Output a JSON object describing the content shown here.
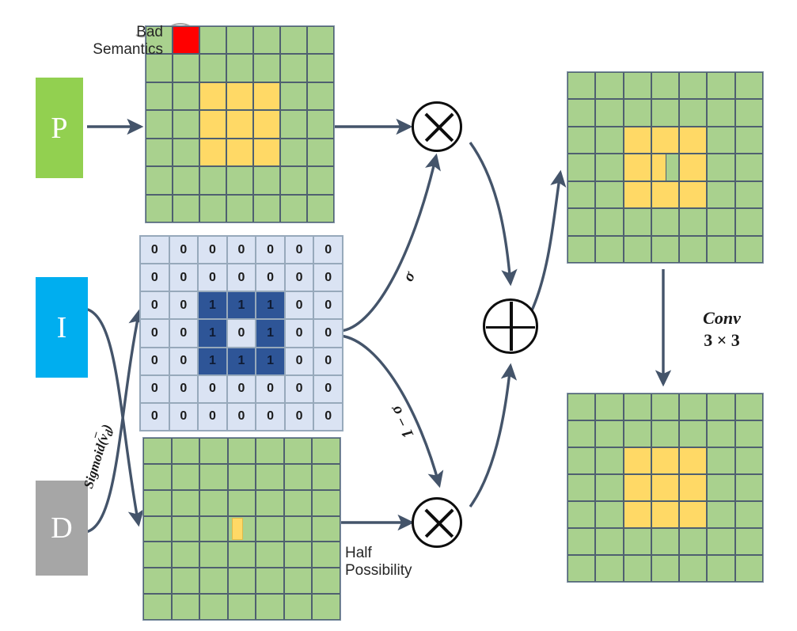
{
  "diagram": {
    "title": "Sigmoid-gated semantic fusion diagram",
    "colors": {
      "green_box": "#92d050",
      "blue_box": "#00aeef",
      "grey_box": "#a6a6a6",
      "grid_green": "#a9d18e",
      "grid_yellow": "#ffd966",
      "grid_red": "#ff0000",
      "grid_light_blue": "#dae3f3",
      "grid_dark_blue": "#2e5597",
      "arrow": "#44546a",
      "grid_line": "#4f6070",
      "callout_circle": "#a6a6a6"
    }
  },
  "sources": [
    {
      "id": "P",
      "label": "P",
      "color": "#92d050"
    },
    {
      "id": "I",
      "label": "I",
      "color": "#00aeef"
    },
    {
      "id": "D",
      "label": "D",
      "color": "#a6a6a6"
    }
  ],
  "annotations": {
    "bad_semantics": "Bad\nSemantics",
    "half_possibility": "Half\nPossibility",
    "sigmoid": "Sigmoid(v̄d)",
    "sigmoid_plain": "Sigmoid(",
    "sigmoid_var": "v",
    "sigmoid_sub": "d",
    "sigma": "σ",
    "one_minus_sigma": "1 − σ",
    "conv_line1": "Conv",
    "conv_line2": "3 × 3"
  },
  "operators": [
    {
      "id": "mul-top",
      "symbol": "⊗",
      "name": "element-wise-multiply"
    },
    {
      "id": "mul-bottom",
      "symbol": "⊗",
      "name": "element-wise-multiply"
    },
    {
      "id": "add",
      "symbol": "⊕",
      "name": "element-wise-add"
    }
  ],
  "grids": {
    "p_grid": {
      "name": "P semantic grid",
      "rows": 7,
      "cols": 7,
      "cells": [
        [
          "green",
          "red",
          "green",
          "green",
          "green",
          "green",
          "green"
        ],
        [
          "green",
          "green",
          "green",
          "green",
          "green",
          "green",
          "green"
        ],
        [
          "green",
          "green",
          "yellow",
          "yellow",
          "yellow",
          "green",
          "green"
        ],
        [
          "green",
          "green",
          "yellow",
          "yellow",
          "yellow",
          "green",
          "green"
        ],
        [
          "green",
          "green",
          "yellow",
          "yellow",
          "yellow",
          "green",
          "green"
        ],
        [
          "green",
          "green",
          "green",
          "green",
          "green",
          "green",
          "green"
        ],
        [
          "green",
          "green",
          "green",
          "green",
          "green",
          "green",
          "green"
        ]
      ]
    },
    "i_grid": {
      "name": "I binary indicator grid",
      "rows": 7,
      "cols": 7,
      "values": [
        [
          0,
          0,
          0,
          0,
          0,
          0,
          0
        ],
        [
          0,
          0,
          0,
          0,
          0,
          0,
          0
        ],
        [
          0,
          0,
          1,
          1,
          1,
          0,
          0
        ],
        [
          0,
          0,
          1,
          0,
          1,
          0,
          0
        ],
        [
          0,
          0,
          1,
          1,
          1,
          0,
          0
        ],
        [
          0,
          0,
          0,
          0,
          0,
          0,
          0
        ],
        [
          0,
          0,
          0,
          0,
          0,
          0,
          0
        ]
      ],
      "cells": [
        [
          "light",
          "light",
          "light",
          "light",
          "light",
          "light",
          "light"
        ],
        [
          "light",
          "light",
          "light",
          "light",
          "light",
          "light",
          "light"
        ],
        [
          "light",
          "light",
          "dark",
          "dark",
          "dark",
          "light",
          "light"
        ],
        [
          "light",
          "light",
          "dark",
          "light",
          "dark",
          "light",
          "light"
        ],
        [
          "light",
          "light",
          "dark",
          "dark",
          "dark",
          "light",
          "light"
        ],
        [
          "light",
          "light",
          "light",
          "light",
          "light",
          "light",
          "light"
        ],
        [
          "light",
          "light",
          "light",
          "light",
          "light",
          "light",
          "light"
        ]
      ]
    },
    "d_grid": {
      "name": "D depth grid",
      "rows": 7,
      "cols": 7,
      "cells": [
        [
          "green",
          "green",
          "green",
          "green",
          "green",
          "green",
          "green"
        ],
        [
          "green",
          "green",
          "green",
          "green",
          "green",
          "green",
          "green"
        ],
        [
          "green",
          "green",
          "green",
          "green",
          "green",
          "green",
          "green"
        ],
        [
          "green",
          "green",
          "green",
          "sliver",
          "green",
          "green",
          "green"
        ],
        [
          "green",
          "green",
          "green",
          "green",
          "green",
          "green",
          "green"
        ],
        [
          "green",
          "green",
          "green",
          "green",
          "green",
          "green",
          "green"
        ],
        [
          "green",
          "green",
          "green",
          "green",
          "green",
          "green",
          "green"
        ]
      ]
    },
    "fused_grid": {
      "name": "Fused output grid",
      "rows": 7,
      "cols": 7,
      "cells": [
        [
          "green",
          "green",
          "green",
          "green",
          "green",
          "green",
          "green"
        ],
        [
          "green",
          "green",
          "green",
          "green",
          "green",
          "green",
          "green"
        ],
        [
          "green",
          "green",
          "yellow",
          "yellow",
          "yellow",
          "green",
          "green"
        ],
        [
          "green",
          "green",
          "yellow",
          "split",
          "yellow",
          "green",
          "green"
        ],
        [
          "green",
          "green",
          "yellow",
          "yellow",
          "yellow",
          "green",
          "green"
        ],
        [
          "green",
          "green",
          "green",
          "green",
          "green",
          "green",
          "green"
        ],
        [
          "green",
          "green",
          "green",
          "green",
          "green",
          "green",
          "green"
        ]
      ]
    },
    "conv_grid": {
      "name": "Convolved output grid",
      "rows": 7,
      "cols": 7,
      "cells": [
        [
          "green",
          "green",
          "green",
          "green",
          "green",
          "green",
          "green"
        ],
        [
          "green",
          "green",
          "green",
          "green",
          "green",
          "green",
          "green"
        ],
        [
          "green",
          "green",
          "yellow",
          "yellow",
          "yellow",
          "green",
          "green"
        ],
        [
          "green",
          "green",
          "yellow",
          "yellow",
          "yellow",
          "green",
          "green"
        ],
        [
          "green",
          "green",
          "yellow",
          "yellow",
          "yellow",
          "green",
          "green"
        ],
        [
          "green",
          "green",
          "green",
          "green",
          "green",
          "green",
          "green"
        ],
        [
          "green",
          "green",
          "green",
          "green",
          "green",
          "green",
          "green"
        ]
      ]
    }
  }
}
